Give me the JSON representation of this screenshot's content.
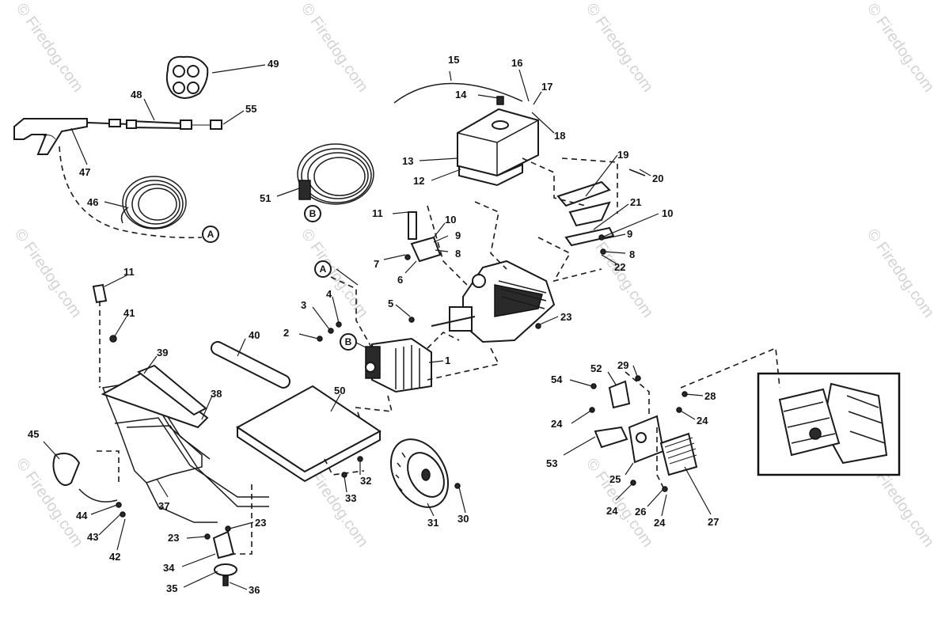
{
  "watermark": "© Firedog.com",
  "ref_letters": {
    "a": "A",
    "b": "B"
  },
  "callouts": {
    "c1": "1",
    "c2": "2",
    "c3": "3",
    "c4": "4",
    "c5": "5",
    "c6": "6",
    "c7": "7",
    "c8a": "8",
    "c8b": "8",
    "c9a": "9",
    "c9b": "9",
    "c10a": "10",
    "c10b": "10",
    "c11a": "11",
    "c11b": "11",
    "c12": "12",
    "c13": "13",
    "c14": "14",
    "c15": "15",
    "c16": "16",
    "c17": "17",
    "c18": "18",
    "c19": "19",
    "c20": "20",
    "c21": "21",
    "c22": "22",
    "c23a": "23",
    "c23b": "23",
    "c23c": "23",
    "c24a": "24",
    "c24b": "24",
    "c24c": "24",
    "c24d": "24",
    "c25": "25",
    "c26": "26",
    "c27": "27",
    "c28": "28",
    "c29": "29",
    "c30": "30",
    "c31": "31",
    "c32": "32",
    "c33": "33",
    "c34": "34",
    "c35": "35",
    "c36": "36",
    "c37": "37",
    "c38": "38",
    "c39": "39",
    "c40": "40",
    "c41": "41",
    "c42": "42",
    "c43": "43",
    "c44": "44",
    "c45": "45",
    "c46": "46",
    "c47": "47",
    "c48": "48",
    "c49": "49",
    "c50": "50",
    "c51": "51",
    "c52": "52",
    "c53": "53",
    "c54": "54",
    "c55": "55"
  }
}
